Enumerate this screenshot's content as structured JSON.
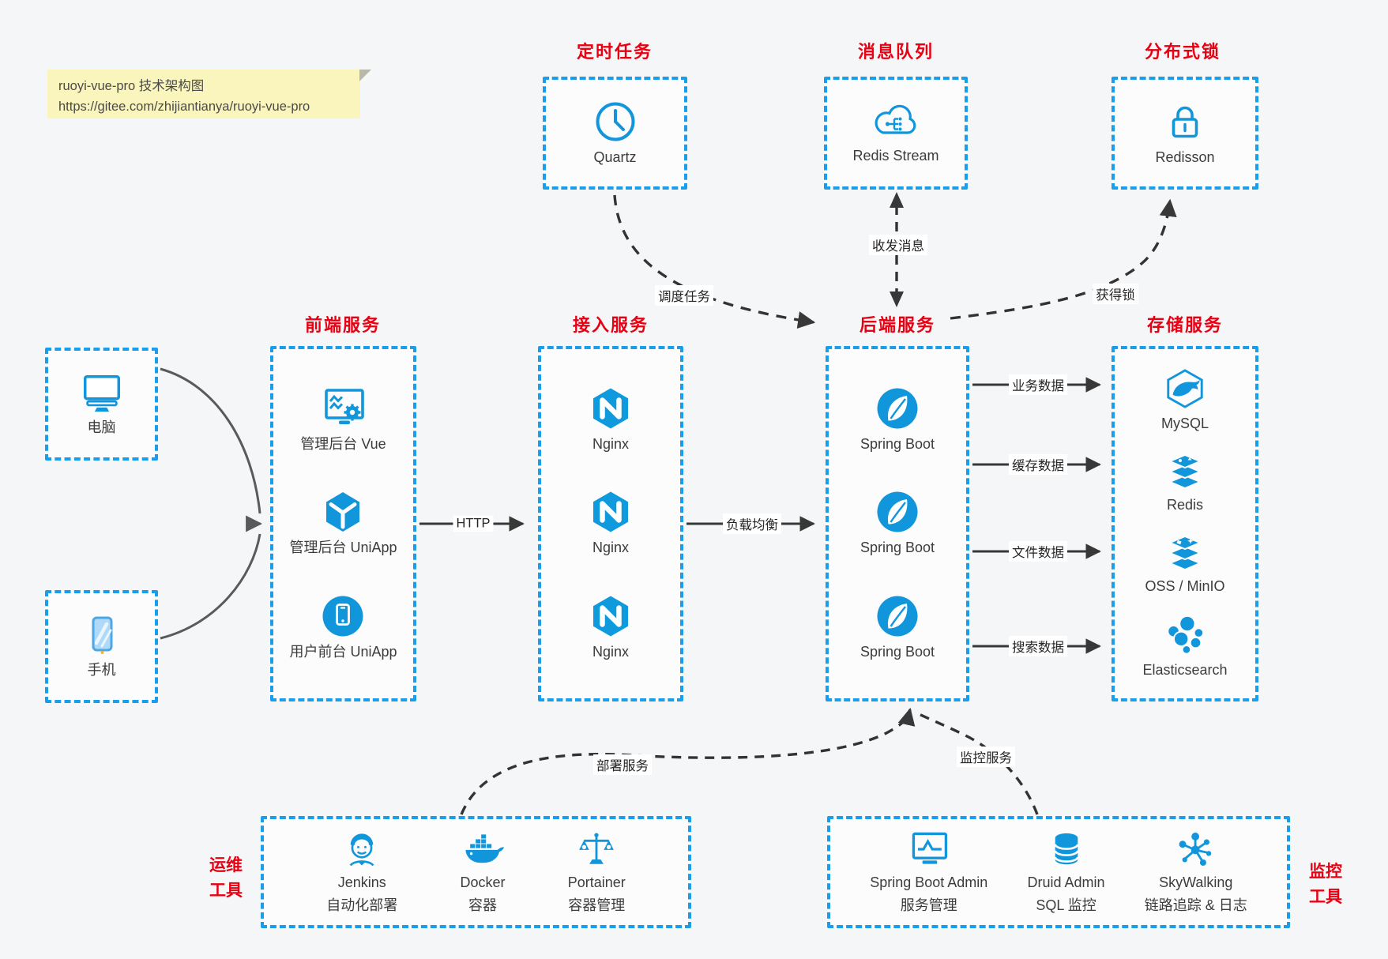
{
  "note": {
    "line1": "ruoyi-vue-pro 技术架构图",
    "line2": "https://gitee.com/zhijiantianya/ruoyi-vue-pro"
  },
  "colors": {
    "accent_blue": "#1b9ee9",
    "icon_blue": "#1296db",
    "title_red": "#e60113",
    "arrow_dark": "#383838",
    "connector_gray": "#5a5a5a",
    "note_bg": "#faf4bd",
    "canvas_bg": "#f5f6f7"
  },
  "sections": {
    "scheduled": {
      "title": "定时任务",
      "items": [
        {
          "label": "Quartz",
          "icon": "clock-icon"
        }
      ]
    },
    "mq": {
      "title": "消息队列",
      "items": [
        {
          "label": "Redis Stream",
          "icon": "cloud-stream-icon"
        }
      ]
    },
    "lock": {
      "title": "分布式锁",
      "items": [
        {
          "label": "Redisson",
          "icon": "lock-icon"
        }
      ]
    },
    "clients": {
      "items": [
        {
          "label": "电脑",
          "icon": "desktop-icon"
        },
        {
          "label": "手机",
          "icon": "smartphone-icon"
        }
      ]
    },
    "frontend": {
      "title": "前端服务",
      "items": [
        {
          "label": "管理后台 Vue",
          "icon": "admin-vue-icon"
        },
        {
          "label": "管理后台 UniApp",
          "icon": "uniapp-cube-icon"
        },
        {
          "label": "用户前台 UniApp",
          "icon": "user-app-icon"
        }
      ]
    },
    "access": {
      "title": "接入服务",
      "items": [
        {
          "label": "Nginx",
          "icon": "nginx-icon"
        },
        {
          "label": "Nginx",
          "icon": "nginx-icon"
        },
        {
          "label": "Nginx",
          "icon": "nginx-icon"
        }
      ]
    },
    "backend": {
      "title": "后端服务",
      "items": [
        {
          "label": "Spring Boot",
          "icon": "spring-boot-icon"
        },
        {
          "label": "Spring Boot",
          "icon": "spring-boot-icon"
        },
        {
          "label": "Spring Boot",
          "icon": "spring-boot-icon"
        }
      ]
    },
    "storage": {
      "title": "存储服务",
      "items": [
        {
          "label": "MySQL",
          "icon": "mysql-icon"
        },
        {
          "label": "Redis",
          "icon": "redis-icon"
        },
        {
          "label": "OSS / MinIO",
          "icon": "oss-minio-icon"
        },
        {
          "label": "Elasticsearch",
          "icon": "elasticsearch-icon"
        }
      ]
    },
    "ops": {
      "title_line1": "运维",
      "title_line2": "工具",
      "items": [
        {
          "label": "Jenkins",
          "sublabel": "自动化部署",
          "icon": "jenkins-icon"
        },
        {
          "label": "Docker",
          "sublabel": "容器",
          "icon": "docker-icon"
        },
        {
          "label": "Portainer",
          "sublabel": "容器管理",
          "icon": "portainer-icon"
        }
      ]
    },
    "monitor": {
      "title_line1": "监控",
      "title_line2": "工具",
      "items": [
        {
          "label": "Spring Boot Admin",
          "sublabel": "服务管理",
          "icon": "sba-icon"
        },
        {
          "label": "Druid Admin",
          "sublabel": "SQL 监控",
          "icon": "druid-icon"
        },
        {
          "label": "SkyWalking",
          "sublabel": "链路追踪 & 日志",
          "icon": "skywalking-icon"
        }
      ]
    }
  },
  "connectors": {
    "http": "HTTP",
    "load_balance": "负载均衡",
    "schedule_task": "调度任务",
    "send_receive": "收发消息",
    "acquire_lock": "获得锁",
    "business_data": "业务数据",
    "cache_data": "缓存数据",
    "file_data": "文件数据",
    "search_data": "搜索数据",
    "deploy": "部署服务",
    "monitor": "监控服务"
  }
}
